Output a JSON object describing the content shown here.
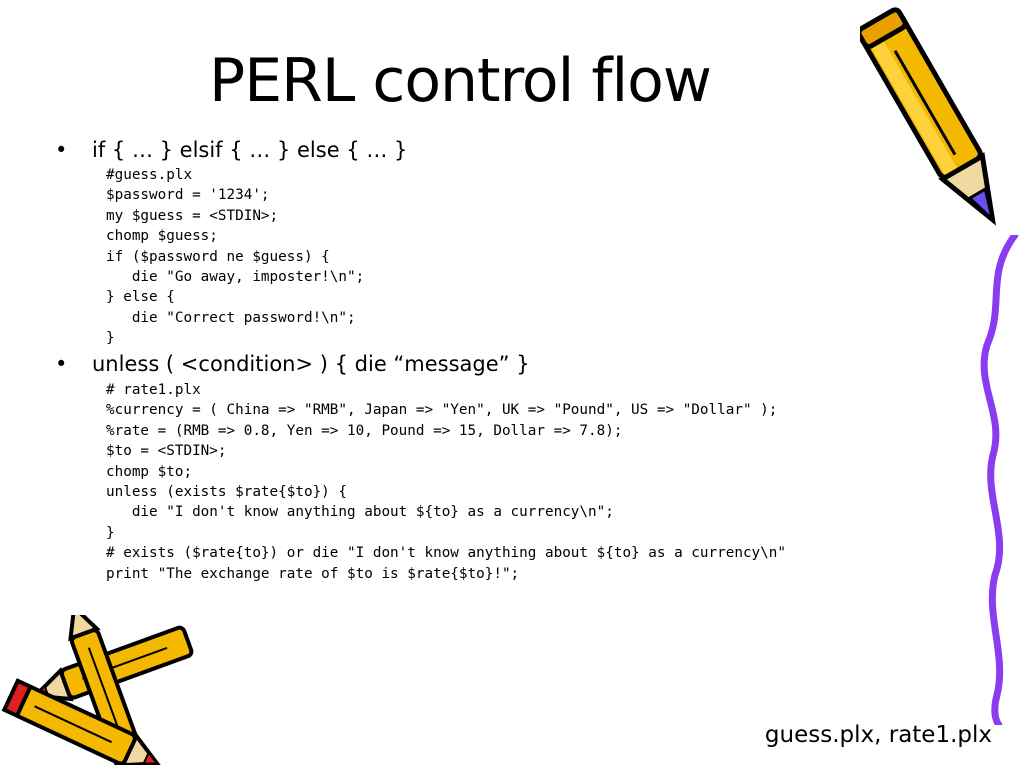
{
  "slide": {
    "title": "PERL control flow",
    "bullets": [
      {
        "text": "if { … } elsif { … } else { … }",
        "code": [
          "#guess.plx",
          "$password = '1234';",
          "my $guess = <STDIN>;",
          "chomp $guess;",
          "if ($password ne $guess) {",
          "   die \"Go away, imposter!\\n\";",
          "} else {",
          "   die \"Correct password!\\n\";",
          "}"
        ]
      },
      {
        "text": "unless ( <condition> ) { die “message” }",
        "code": [
          "# rate1.plx",
          "%currency = ( China => \"RMB\", Japan => \"Yen\", UK => \"Pound\", US => \"Dollar\" );",
          "%rate = (RMB => 0.8, Yen => 10, Pound => 15, Dollar => 7.8);",
          "$to = <STDIN>;",
          "chomp $to;",
          "unless (exists $rate{$to}) {",
          "   die \"I don't know anything about ${to} as a currency\\n\";",
          "}",
          "# exists ($rate{to}) or die \"I don't know anything about ${to} as a currency\\n\"",
          "print \"The exchange rate of $to is $rate{$to}!\";"
        ]
      }
    ],
    "footer": "guess.plx, rate1.plx"
  },
  "decorations": {
    "top_pencil": "pencil-clipart-icon",
    "crossed_pencils": "crossed-pencils-clipart-icon",
    "right_border": "wavy-border-line",
    "colors": {
      "pencil_body": "#f5b800",
      "border_purple": "#8a3cf0",
      "pencil_tip_blue": "#6b4df0",
      "pencil_red": "#e02020",
      "pencil_green": "#2e9e2e"
    }
  }
}
